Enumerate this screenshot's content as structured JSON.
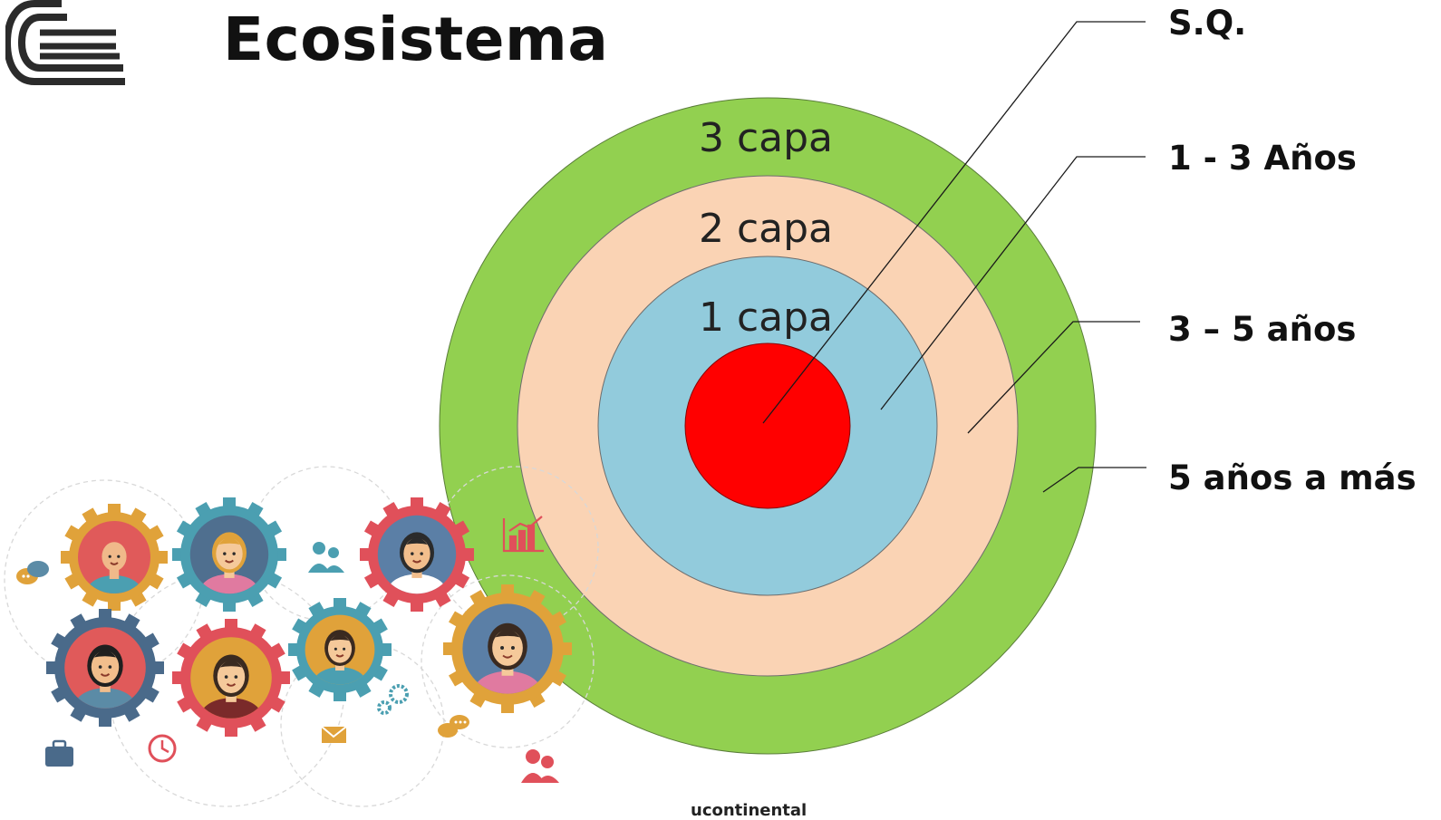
{
  "header": {
    "title": "Ecosistema"
  },
  "diagram": {
    "rings": [
      {
        "label": "3 capa",
        "color": "#92d050"
      },
      {
        "label": "2 capa",
        "color": "#fad3b4"
      },
      {
        "label": "1 capa",
        "color": "#92cbdc"
      },
      {
        "label": "",
        "color": "#ff0000"
      }
    ],
    "legend": [
      {
        "label": "S.Q."
      },
      {
        "label": "1 - 3 Años"
      },
      {
        "label": "3 – 5 años"
      },
      {
        "label": "5 años a más"
      }
    ]
  },
  "illustration": {
    "people": [
      "bald-man",
      "blonde-woman",
      "man",
      "curly-hair-person",
      "man",
      "girl",
      "woman-with-bangs"
    ],
    "icons": [
      "chat-icon",
      "users-icon",
      "chart-icon",
      "briefcase-icon",
      "clock-icon",
      "mail-icon",
      "gears-icon",
      "chat-icon",
      "users-icon"
    ]
  },
  "footer": {
    "brand": "ucontinental"
  }
}
